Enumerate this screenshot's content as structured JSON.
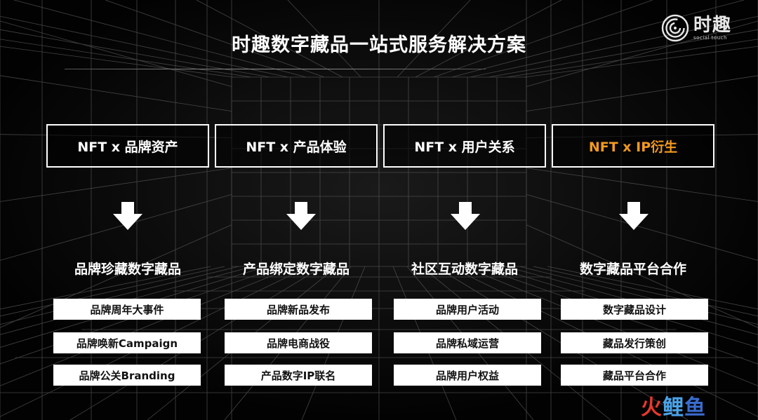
{
  "brand": {
    "cn": "时趣",
    "en": "social touch"
  },
  "title": "时趣数字藏品一站式服务解决方案",
  "accent_color": "#f39a1f",
  "columns": [
    {
      "header": "NFT x 品牌资产",
      "subtitle": "品牌珍藏数字藏品",
      "items": [
        "品牌周年大事件",
        "品牌唤新Campaign",
        "品牌公关Branding"
      ]
    },
    {
      "header": "NFT x 产品体验",
      "subtitle": "产品绑定数字藏品",
      "items": [
        "品牌新品发布",
        "品牌电商战役",
        "产品数字IP联名"
      ]
    },
    {
      "header": "NFT x 用户关系",
      "subtitle": "社区互动数字藏品",
      "items": [
        "品牌用户活动",
        "品牌私域运营",
        "品牌用户权益"
      ]
    },
    {
      "header": "NFT x IP衍生",
      "subtitle": "数字藏品平台合作",
      "items": [
        "数字藏品设计",
        "藏品发行策创",
        "藏品平台合作"
      ]
    }
  ],
  "watermark": {
    "part1": "火",
    "part2": "鲤",
    "part3": "鱼"
  }
}
